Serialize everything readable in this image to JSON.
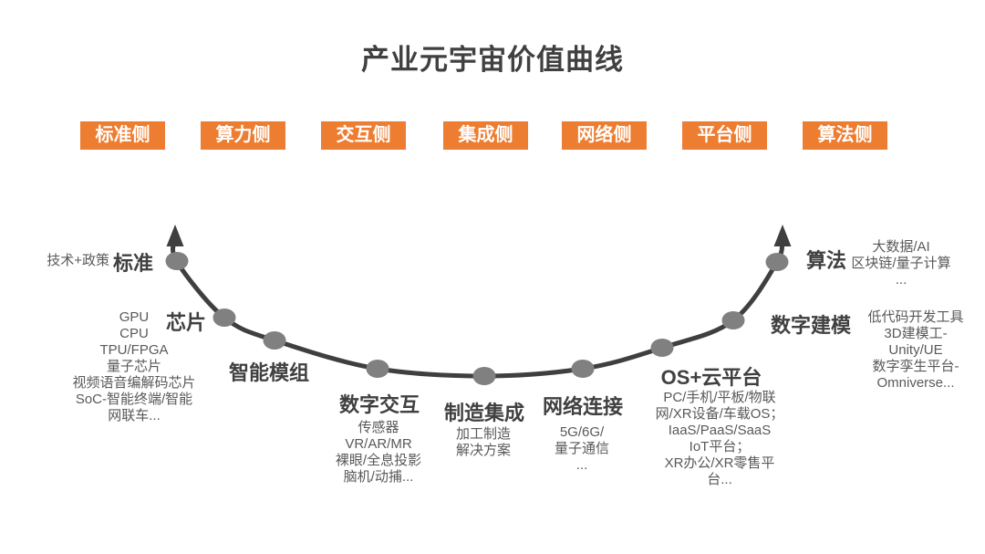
{
  "title": "产业元宇宙价值曲线",
  "colors": {
    "accent": "#ED7D31",
    "curve": "#3F3F3F",
    "dot": "#808080",
    "heading_text": "#404040",
    "detail_text": "#595959"
  },
  "side_labels": [
    "标准侧",
    "算力侧",
    "交互侧",
    "集成侧",
    "网络侧",
    "平台侧",
    "算法侧"
  ],
  "curve": {
    "annotation_left": "技术+政策",
    "nodes": [
      {
        "id": "standard",
        "label": "标准"
      },
      {
        "id": "chip",
        "label": "芯片",
        "details": [
          "GPU",
          "CPU",
          "TPU/FPGA",
          "量子芯片",
          "视频语音编解码芯片",
          "SoC-智能终端/智能",
          "网联车..."
        ]
      },
      {
        "id": "smart-module",
        "label": "智能模组"
      },
      {
        "id": "digital-interaction",
        "label": "数字交互",
        "details": [
          "传感器",
          "VR/AR/MR",
          "裸眼/全息投影",
          "脑机/动捕..."
        ]
      },
      {
        "id": "manufacturing-integration",
        "label": "制造集成",
        "details": [
          "加工制造",
          "解决方案"
        ]
      },
      {
        "id": "network-connection",
        "label": "网络连接",
        "details": [
          "5G/6G/",
          "量子通信",
          "..."
        ]
      },
      {
        "id": "os-cloud-platform",
        "label": "OS+云平台",
        "details": [
          "PC/手机/平板/物联",
          "网/XR设备/车载OS；",
          "IaaS/PaaS/SaaS",
          "IoT平台；",
          "XR办公/XR零售平",
          "台..."
        ]
      },
      {
        "id": "digital-modeling",
        "label": "数字建模",
        "details": [
          "低代码开发工具",
          "3D建模工-",
          "Unity/UE",
          "数字孪生平台-",
          "Omniverse..."
        ]
      },
      {
        "id": "algorithm",
        "label": "算法",
        "details": [
          "大数据/AI",
          "区块链/量子计算",
          "..."
        ]
      }
    ]
  }
}
